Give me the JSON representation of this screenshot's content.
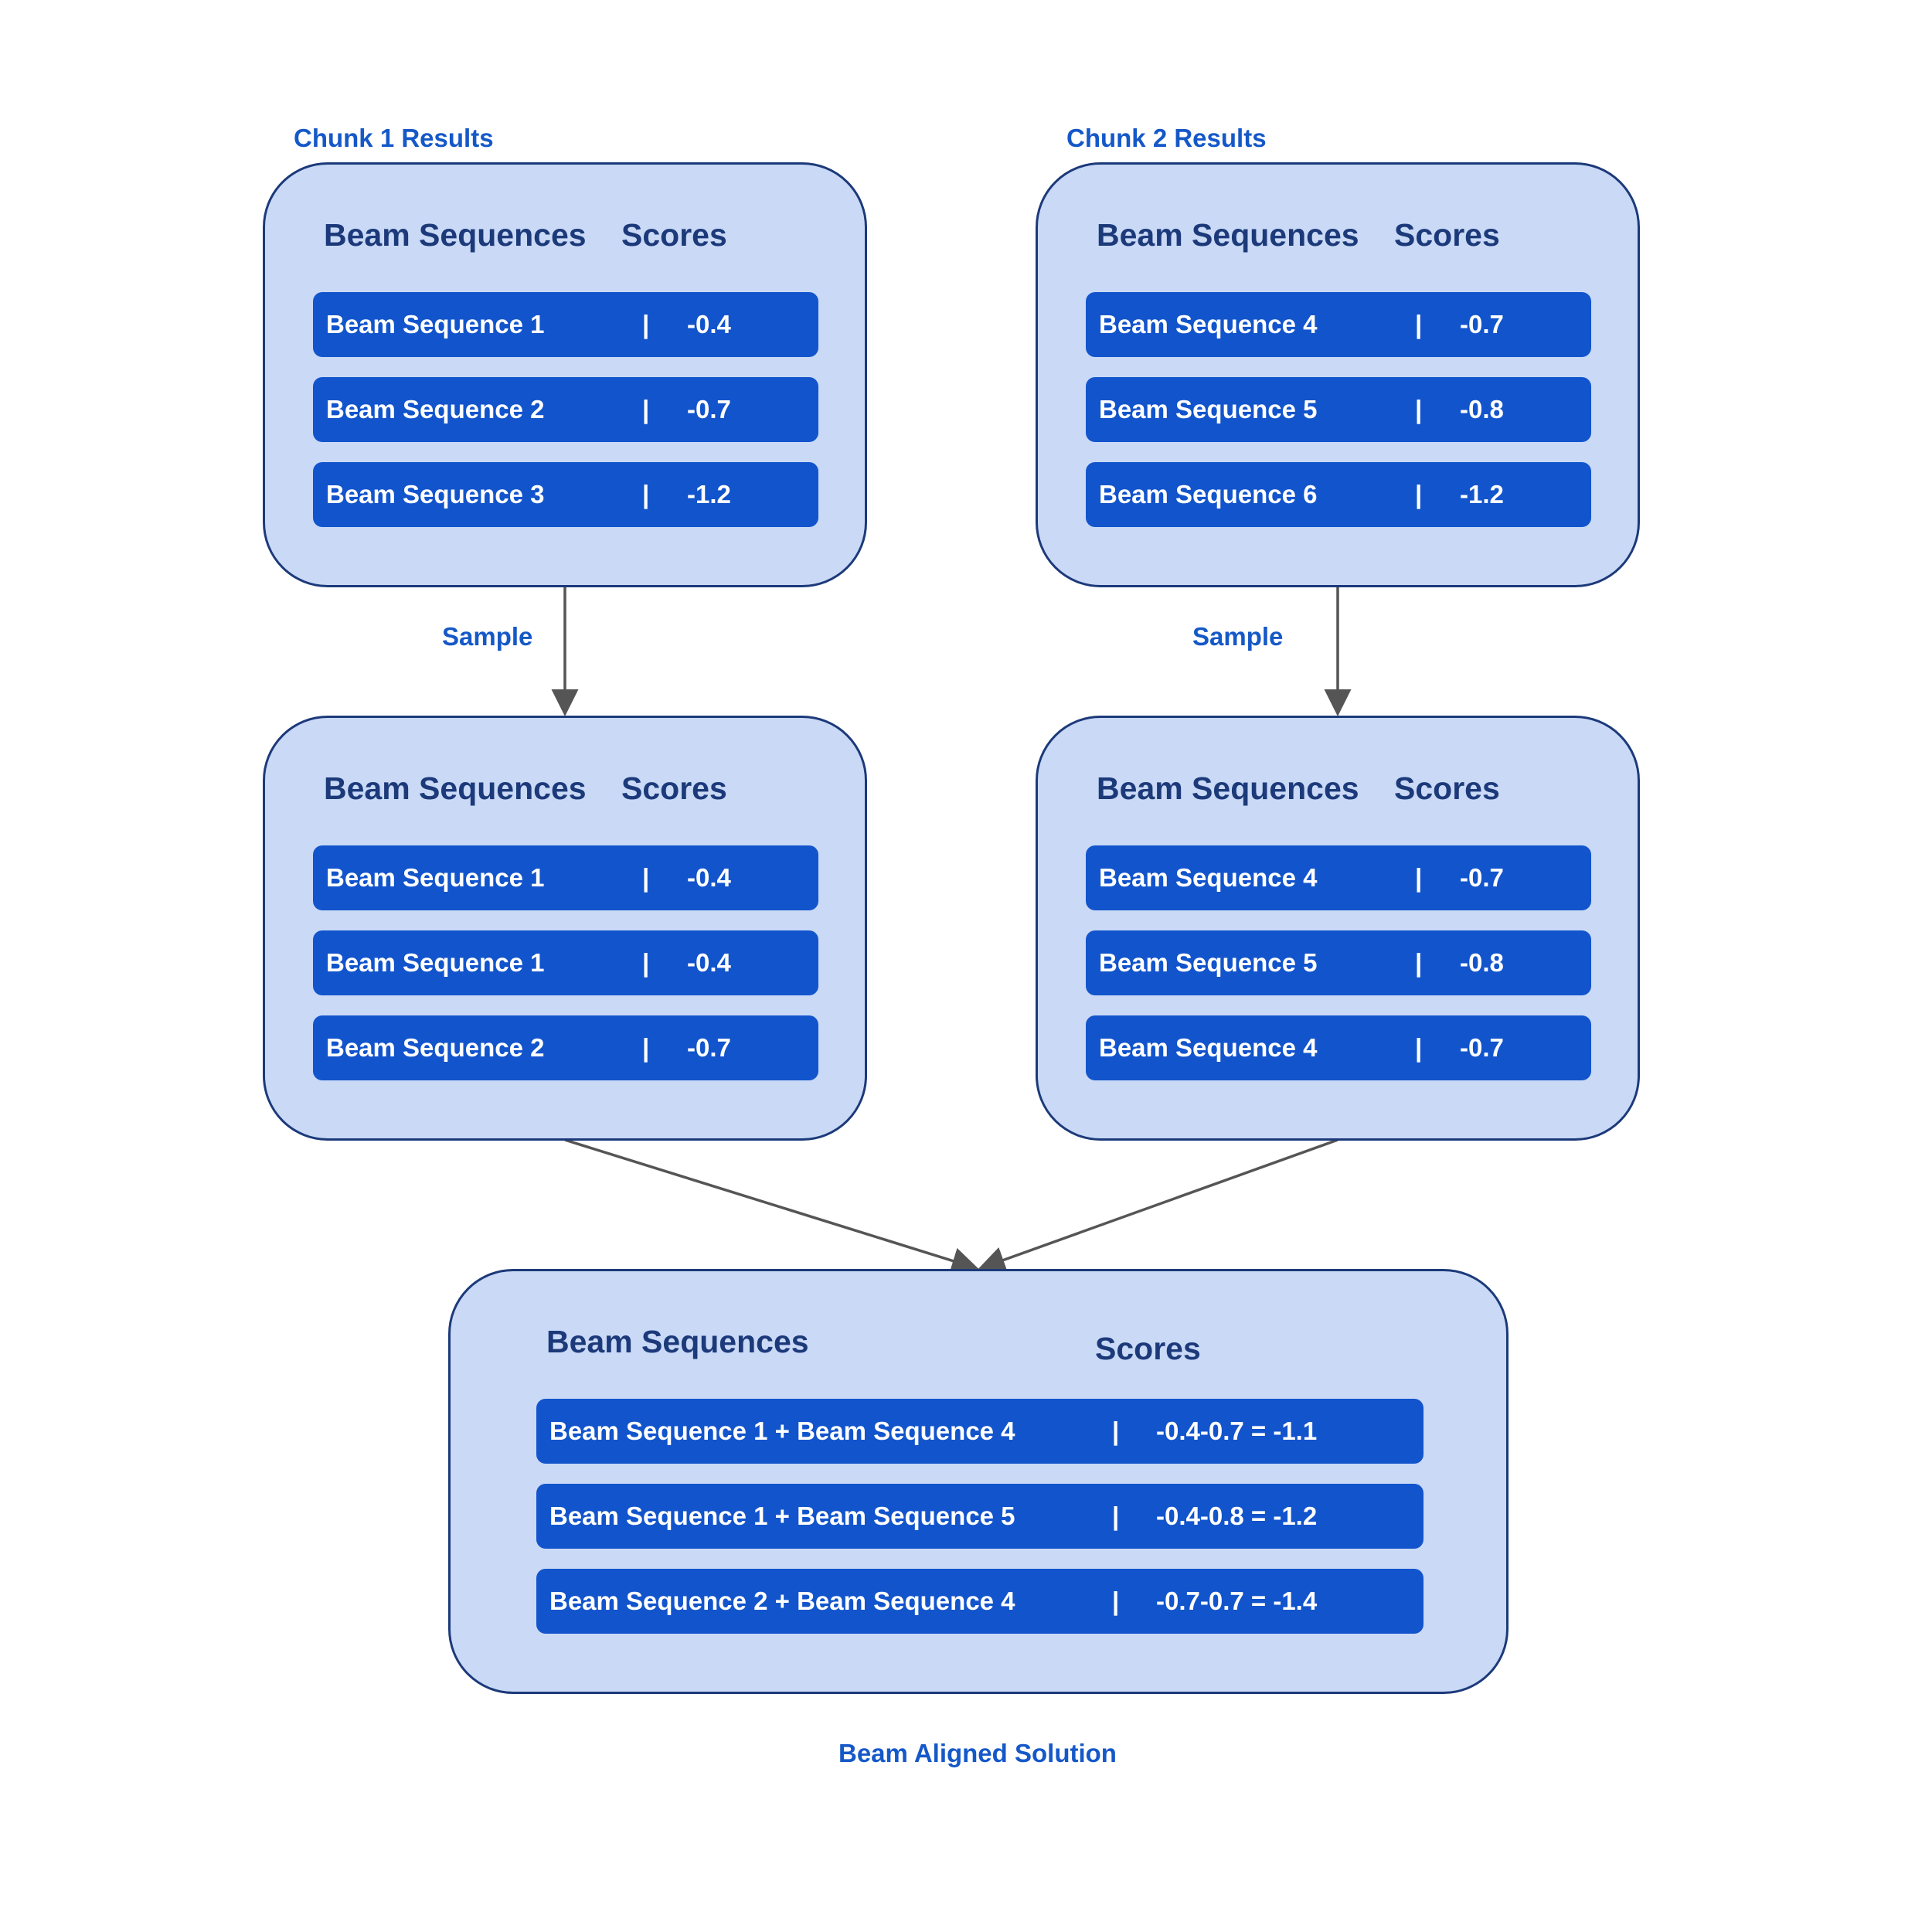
{
  "captions": {
    "chunk1": "Chunk 1 Results",
    "chunk2": "Chunk 2 Results",
    "sample_left": "Sample",
    "sample_right": "Sample",
    "solution": "Beam Aligned Solution"
  },
  "panels": {
    "chunk1": {
      "header_seq": "Beam Sequences",
      "header_score": "Scores",
      "rows": [
        {
          "label": "Beam Sequence 1",
          "sep": "|",
          "score": "-0.4"
        },
        {
          "label": "Beam Sequence 2",
          "sep": "|",
          "score": "-0.7"
        },
        {
          "label": "Beam Sequence 3",
          "sep": "|",
          "score": "-1.2"
        }
      ]
    },
    "chunk2": {
      "header_seq": "Beam Sequences",
      "header_score": "Scores",
      "rows": [
        {
          "label": "Beam Sequence 4",
          "sep": "|",
          "score": "-0.7"
        },
        {
          "label": "Beam Sequence 5",
          "sep": "|",
          "score": "-0.8"
        },
        {
          "label": "Beam Sequence 6",
          "sep": "|",
          "score": "-1.2"
        }
      ]
    },
    "sample1": {
      "header_seq": "Beam Sequences",
      "header_score": "Scores",
      "rows": [
        {
          "label": "Beam Sequence 1",
          "sep": "|",
          "score": "-0.4"
        },
        {
          "label": "Beam Sequence 1",
          "sep": "|",
          "score": "-0.4"
        },
        {
          "label": "Beam Sequence 2",
          "sep": "|",
          "score": "-0.7"
        }
      ]
    },
    "sample2": {
      "header_seq": "Beam Sequences",
      "header_score": "Scores",
      "rows": [
        {
          "label": "Beam Sequence 4",
          "sep": "|",
          "score": "-0.7"
        },
        {
          "label": "Beam Sequence 5",
          "sep": "|",
          "score": "-0.8"
        },
        {
          "label": "Beam Sequence 4",
          "sep": "|",
          "score": "-0.7"
        }
      ]
    },
    "aligned": {
      "header_seq": "Beam Sequences",
      "header_score": "Scores",
      "rows": [
        {
          "label": "Beam Sequence 1 + Beam Sequence 4",
          "sep": "|",
          "score": "-0.4-0.7 = -1.1"
        },
        {
          "label": "Beam Sequence 1 + Beam Sequence 5",
          "sep": "|",
          "score": "-0.4-0.8 = -1.2"
        },
        {
          "label": "Beam Sequence 2 + Beam Sequence 4",
          "sep": "|",
          "score": "-0.7-0.7 = -1.4"
        }
      ]
    }
  },
  "colors": {
    "panel_fill": "#c9d9f6",
    "panel_border": "#1c3a7a",
    "row_fill": "#1254cc",
    "caption": "#1558c8",
    "arrow": "#555555"
  }
}
